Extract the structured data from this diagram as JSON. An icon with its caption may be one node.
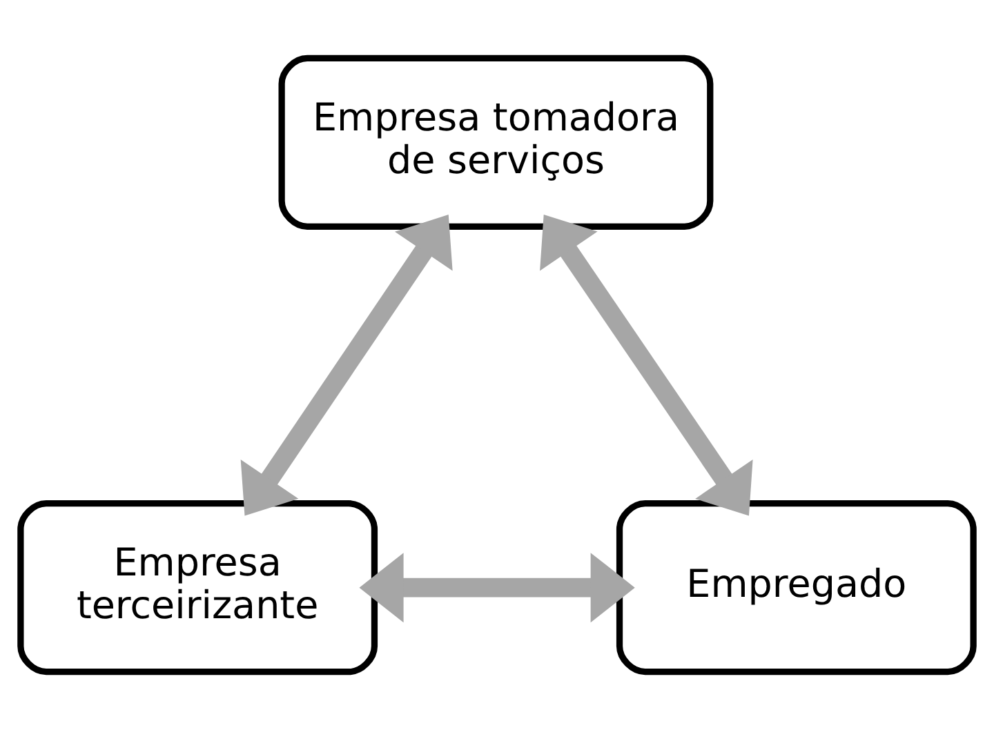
{
  "diagram": {
    "nodes": [
      {
        "text": [
          "Empresa tomadora de serviços"
        ]
      },
      {
        "text": [
          "Empresa terceirizante"
        ]
      },
      {
        "text": [
          "Empregado"
        ]
      }
    ],
    "edges": [
      {
        "from": 1,
        "to": 0,
        "arrow": "both"
      },
      {
        "from": 0,
        "to": 2,
        "arrow": "both"
      },
      {
        "from": 1,
        "to": 2,
        "arrow": "both"
      }
    ]
  }
}
